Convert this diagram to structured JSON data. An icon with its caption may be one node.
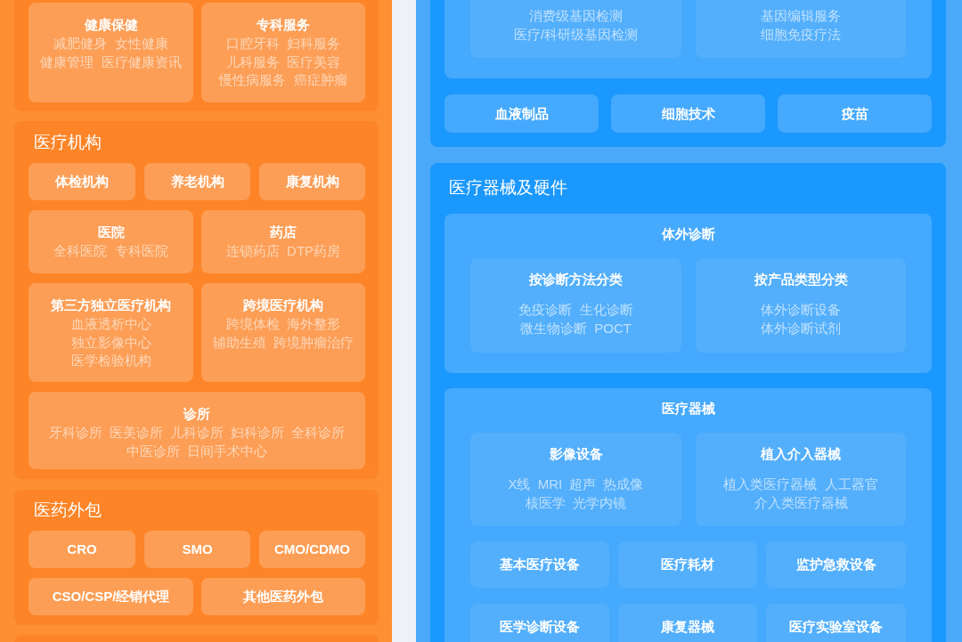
{
  "diagram": {
    "nodes": [
      {
        "text": [],
        "shape": "box"
      },
      {
        "text": [
          "健康保健",
          "减肥健身 女性健康",
          "健康管理 医疗健康资讯"
        ],
        "in": 0
      },
      {
        "text": [
          "专科服务",
          "口腔牙科 妇科服务",
          "儿科服务 医疗美容",
          "慢性病服务 癌症肿瘤"
        ],
        "in": 0
      },
      {
        "text": [
          "医疗机构"
        ]
      },
      {
        "text": [
          "体检机构"
        ],
        "in": 3
      },
      {
        "text": [
          "养老机构"
        ],
        "in": 3
      },
      {
        "text": [
          "康复机构"
        ],
        "in": 3
      },
      {
        "text": [
          "医院",
          "全科医院 专科医院"
        ],
        "in": 3
      },
      {
        "text": [
          "药店",
          "连锁药店 DTP药房"
        ],
        "in": 3
      },
      {
        "text": [
          "第三方独立医疗机构",
          "血液透析中心",
          "独立影像中心",
          "医学检验机构"
        ],
        "in": 3
      },
      {
        "text": [
          "跨境医疗机构",
          "跨境体检 海外整形",
          "辅助生殖 跨境肿瘤治疗"
        ],
        "in": 3
      },
      {
        "text": [
          "诊所",
          "牙科诊所 医美诊所 儿科诊所 妇科诊所 全科诊所",
          "中医诊所 日间手术中心"
        ],
        "in": 3
      },
      {
        "text": [
          "医药外包"
        ]
      },
      {
        "text": [
          "CRO"
        ],
        "in": 12
      },
      {
        "text": [
          "SMO"
        ],
        "in": 12
      },
      {
        "text": [
          "CMO/CDMO"
        ],
        "in": 12
      },
      {
        "text": [
          "CSO/CSP/经销代理"
        ],
        "in": 12
      },
      {
        "text": [
          "其他医药外包"
        ],
        "in": 12
      },
      {
        "text": [],
        "shape": "box"
      },
      {
        "text": [],
        "shape": "box"
      },
      {
        "text": [],
        "shape": "box",
        "in": 19
      },
      {
        "text": [
          "消费级基因检测",
          "医疗/科研级基因检测"
        ],
        "in": 20
      },
      {
        "text": [
          "基因编辑服务",
          "细胞免疫疗法"
        ],
        "in": 20
      },
      {
        "text": [
          "血液制品"
        ],
        "in": 19
      },
      {
        "text": [
          "细胞技术"
        ],
        "in": 19
      },
      {
        "text": [
          "疫苗"
        ],
        "in": 19
      },
      {
        "text": [
          "医疗器械及硬件"
        ]
      },
      {
        "text": [
          "体外诊断"
        ],
        "in": 26
      },
      {
        "text": [
          "按诊断方法分类",
          "免疫诊断 生化诊断",
          "微生物诊断 POCT"
        ],
        "in": 27
      },
      {
        "text": [
          "按产品类型分类",
          "体外诊断设备",
          "体外诊断试剂"
        ],
        "in": 27
      },
      {
        "text": [
          "医疗器械"
        ],
        "in": 26
      },
      {
        "text": [
          "影像设备",
          "X线 MRI 超声 热成像",
          "核医学 光学内镜"
        ],
        "in": 30
      },
      {
        "text": [
          "植入介入器械",
          "植入类医疗器械 人工器官",
          "介入类医疗器械"
        ],
        "in": 30
      },
      {
        "text": [
          "基本医疗设备"
        ],
        "in": 30
      },
      {
        "text": [
          "医疗耗材"
        ],
        "in": 30
      },
      {
        "text": [
          "监护急救设备"
        ],
        "in": 30
      },
      {
        "text": [
          "医学诊断设备"
        ],
        "in": 30
      },
      {
        "text": [
          "康复器械"
        ],
        "in": 30
      },
      {
        "text": [
          "医疗实验室设备"
        ],
        "in": 30
      }
    ]
  }
}
